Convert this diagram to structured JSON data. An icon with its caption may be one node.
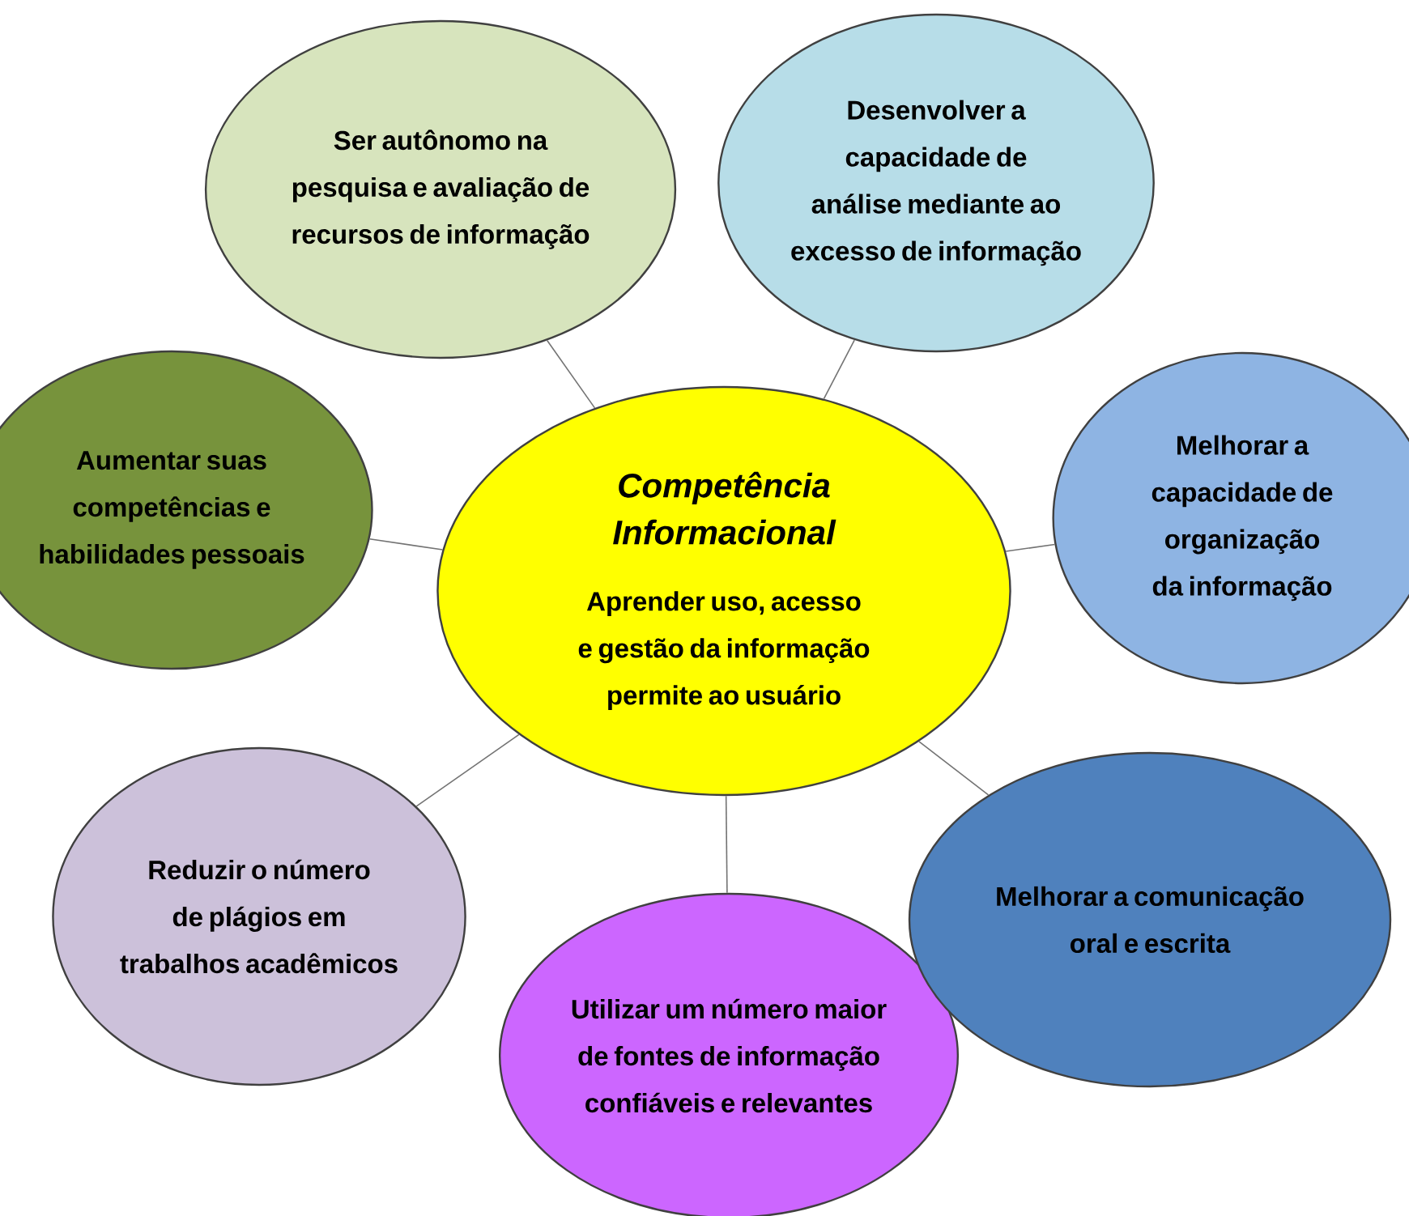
{
  "diagram": {
    "nodes": [
      {
        "text": [
          "Competência Informacional",
          "Aprender uso, acesso e gestão da informação permite ao usuário"
        ]
      },
      {
        "text": [
          "Ser autônomo na pesquisa e avaliação de recursos de informação"
        ]
      },
      {
        "text": [
          "Desenvolver a capacidade de análise mediante ao excesso de informação"
        ]
      },
      {
        "text": [
          "Aumentar suas competências e habilidades pessoais"
        ]
      },
      {
        "text": [
          "Melhorar a capacidade de organização da informação"
        ]
      },
      {
        "text": [
          "Reduzir o número de plágios em trabalhos acadêmicos"
        ]
      },
      {
        "text": [
          "Utilizar um número maior de fontes de informação confiáveis e relevantes"
        ]
      },
      {
        "text": [
          "Melhorar a comunicação oral e escrita"
        ]
      }
    ],
    "edges": [
      {
        "from": 0,
        "to": 1,
        "arrow": "none"
      },
      {
        "from": 0,
        "to": 2,
        "arrow": "none"
      },
      {
        "from": 0,
        "to": 3,
        "arrow": "none"
      },
      {
        "from": 0,
        "to": 4,
        "arrow": "none"
      },
      {
        "from": 0,
        "to": 5,
        "arrow": "none"
      },
      {
        "from": 0,
        "to": 6,
        "arrow": "none"
      },
      {
        "from": 0,
        "to": 7,
        "arrow": "none"
      }
    ]
  }
}
